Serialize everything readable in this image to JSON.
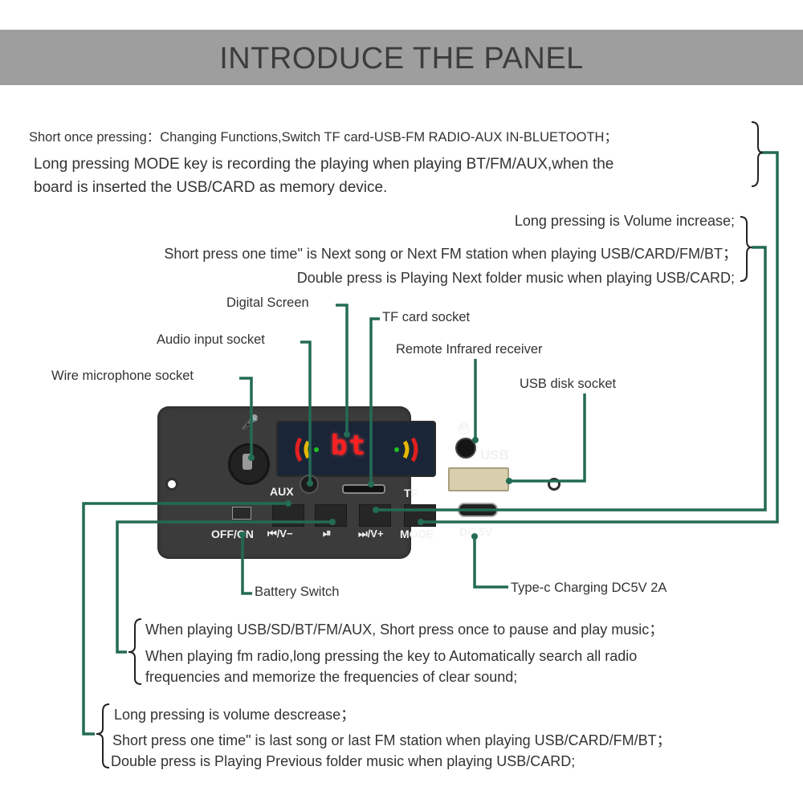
{
  "header": {
    "title": "INTRODUCE THE PANEL"
  },
  "colors": {
    "banner": "#9e9e9e",
    "leader_line": "#236b55",
    "panel": "#3b3b3b",
    "display_digits": "#ff2020"
  },
  "mode_key_notes": [
    "Short once pressing：Changing Functions,Switch TF card-USB-FM RADIO-AUX IN-BLUETOOTH；",
    "Long pressing MODE key is recording the playing when playing BT/FM/AUX,when the",
    "board is inserted the USB/CARD as memory device."
  ],
  "next_key_notes": [
    "Long pressing is Volume increase;",
    "Short press one time\" is Next song or Next FM station when playing USB/CARD/FM/BT；",
    "Double press is Playing Next folder music when playing USB/CARD;"
  ],
  "callouts": {
    "digital_screen": "Digital Screen",
    "tf_card_socket": "TF card socket",
    "audio_input_socket": "Audio input socket",
    "remote_ir_receiver": "Remote Infrared receiver",
    "wire_mic_socket": "Wire microphone socket",
    "usb_disk_socket": "USB disk socket",
    "battery_switch": "Battery Switch",
    "typec_charging": "Type-c Charging DC5V 2A"
  },
  "panel": {
    "display_text": "bt",
    "labels": {
      "aux": "AUX",
      "tf": "TF",
      "usb": "USB",
      "ir": "IR",
      "off_on": "OFF/ON",
      "prev": "⏮/V−",
      "play_pause": "⏯",
      "next": "⏭/V+",
      "mode": "MODE",
      "dc": "DC 5V"
    }
  },
  "play_key_notes": [
    "When playing USB/SD/BT/FM/AUX,  Short press once to pause and play music；",
    "When playing fm radio,long pressing the key to Automatically search all radio",
    "frequencies and memorize the frequencies of clear sound;"
  ],
  "prev_key_notes": [
    "Long pressing is volume descrease；",
    "Short press one time\" is last song or last FM station when playing USB/CARD/FM/BT；",
    "Double press is Playing Previous folder music when playing USB/CARD;"
  ]
}
